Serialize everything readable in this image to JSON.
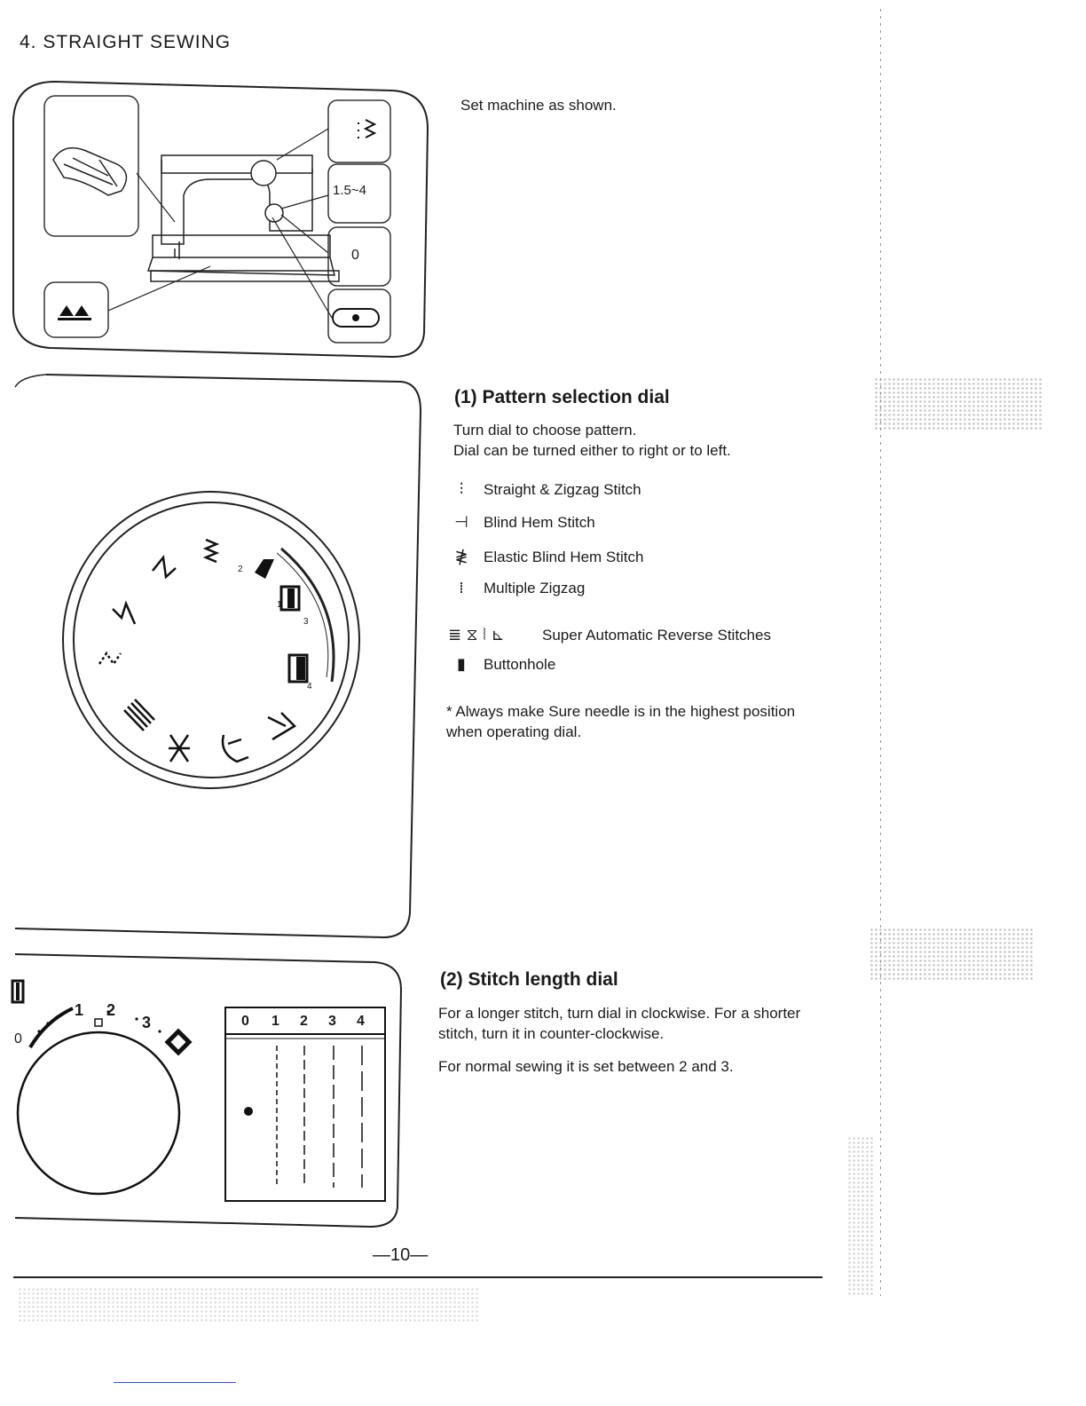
{
  "header": {
    "title": "4. STRAIGHT SEWING"
  },
  "machine_panel": {
    "intro": "Set machine as shown.",
    "callout_length": "1.5~4",
    "callout_zero": "0"
  },
  "pattern_section": {
    "heading": "(1) Pattern selection dial",
    "line1": "Turn dial to choose pattern.",
    "line2": "Dial can be turned either to right or to left.",
    "items": [
      {
        "icon": "straight-zigzag-icon",
        "label": "Straight & Zigzag Stitch"
      },
      {
        "icon": "blind-hem-icon",
        "label": "Blind Hem Stitch"
      },
      {
        "icon": "elastic-blind-hem-icon",
        "label": "Elastic Blind Hem Stitch"
      },
      {
        "icon": "multiple-zigzag-icon",
        "label": "Multiple Zigzag"
      },
      {
        "icon": "super-auto-reverse-icons",
        "label": "Super Automatic Reverse Stitches"
      },
      {
        "icon": "buttonhole-icon",
        "label": "Buttonhole"
      }
    ],
    "note": "* Always make Sure needle is in the highest position when operating dial.",
    "dial_numbers": [
      "2",
      "1",
      "3",
      "4"
    ]
  },
  "length_section": {
    "heading": "(2) Stitch length dial",
    "para1": "For a longer stitch, turn dial in clockwise. For a shorter stitch, turn it in counter-clockwise.",
    "para2": "For normal sewing it is set between 2 and 3.",
    "scale_labels": [
      "0",
      "1",
      "2",
      "3",
      "4"
    ],
    "table_headers": [
      "0",
      "1",
      "2",
      "3",
      "4"
    ]
  },
  "footer": {
    "page_number": "—10—"
  }
}
